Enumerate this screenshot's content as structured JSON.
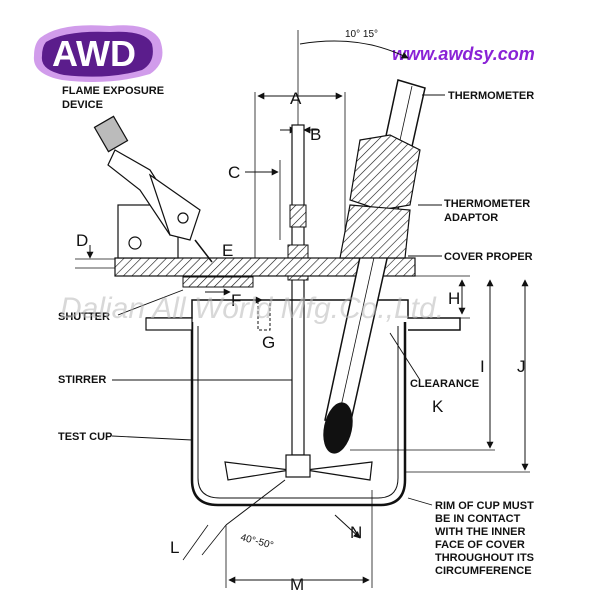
{
  "brand": {
    "logo": "AWD",
    "url": "www.awdsy.com",
    "watermark": "Dalian All World Mfg.Co.,Ltd.",
    "colors": {
      "logo_bg": "#5b1d8c",
      "logo_glow": "#c98be8",
      "url": "#8a22d6"
    }
  },
  "labels": {
    "flame_1": "FLAME EXPOSURE",
    "flame_2": "DEVICE",
    "thermometer": "THERMOMETER",
    "adaptor_1": "THERMOMETER",
    "adaptor_2": "ADAPTOR",
    "cover": "COVER PROPER",
    "shutter": "SHUTTER",
    "clearance": "CLEARANCE",
    "stirrer": "STIRRER",
    "test_cup": "TEST CUP",
    "rim_1": "RIM OF CUP MUST",
    "rim_2": "BE IN CONTACT",
    "rim_3": "WITH THE INNER",
    "rim_4": "FACE OF COVER",
    "rim_5": "THROUGHOUT ITS",
    "rim_6": "CIRCUMFERENCE"
  },
  "dimensions": {
    "A": "A",
    "B": "B",
    "C": "C",
    "D": "D",
    "E": "E",
    "F": "F",
    "G": "G",
    "H": "H",
    "I": "I",
    "J": "J",
    "K": "K",
    "L": "L",
    "M": "M",
    "N": "N"
  },
  "angles": {
    "thermometer": "10° 15°",
    "blade": "40°-50°"
  }
}
